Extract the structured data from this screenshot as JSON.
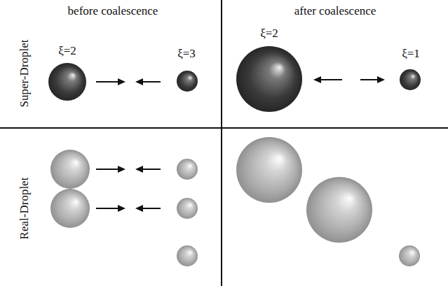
{
  "diagram": {
    "labels": [
      "before coalescence",
      "after coalescence",
      "Super-Droplet",
      "Real-Droplet",
      "ξ=2",
      "ξ=3",
      "ξ=2",
      "ξ=1"
    ]
  }
}
